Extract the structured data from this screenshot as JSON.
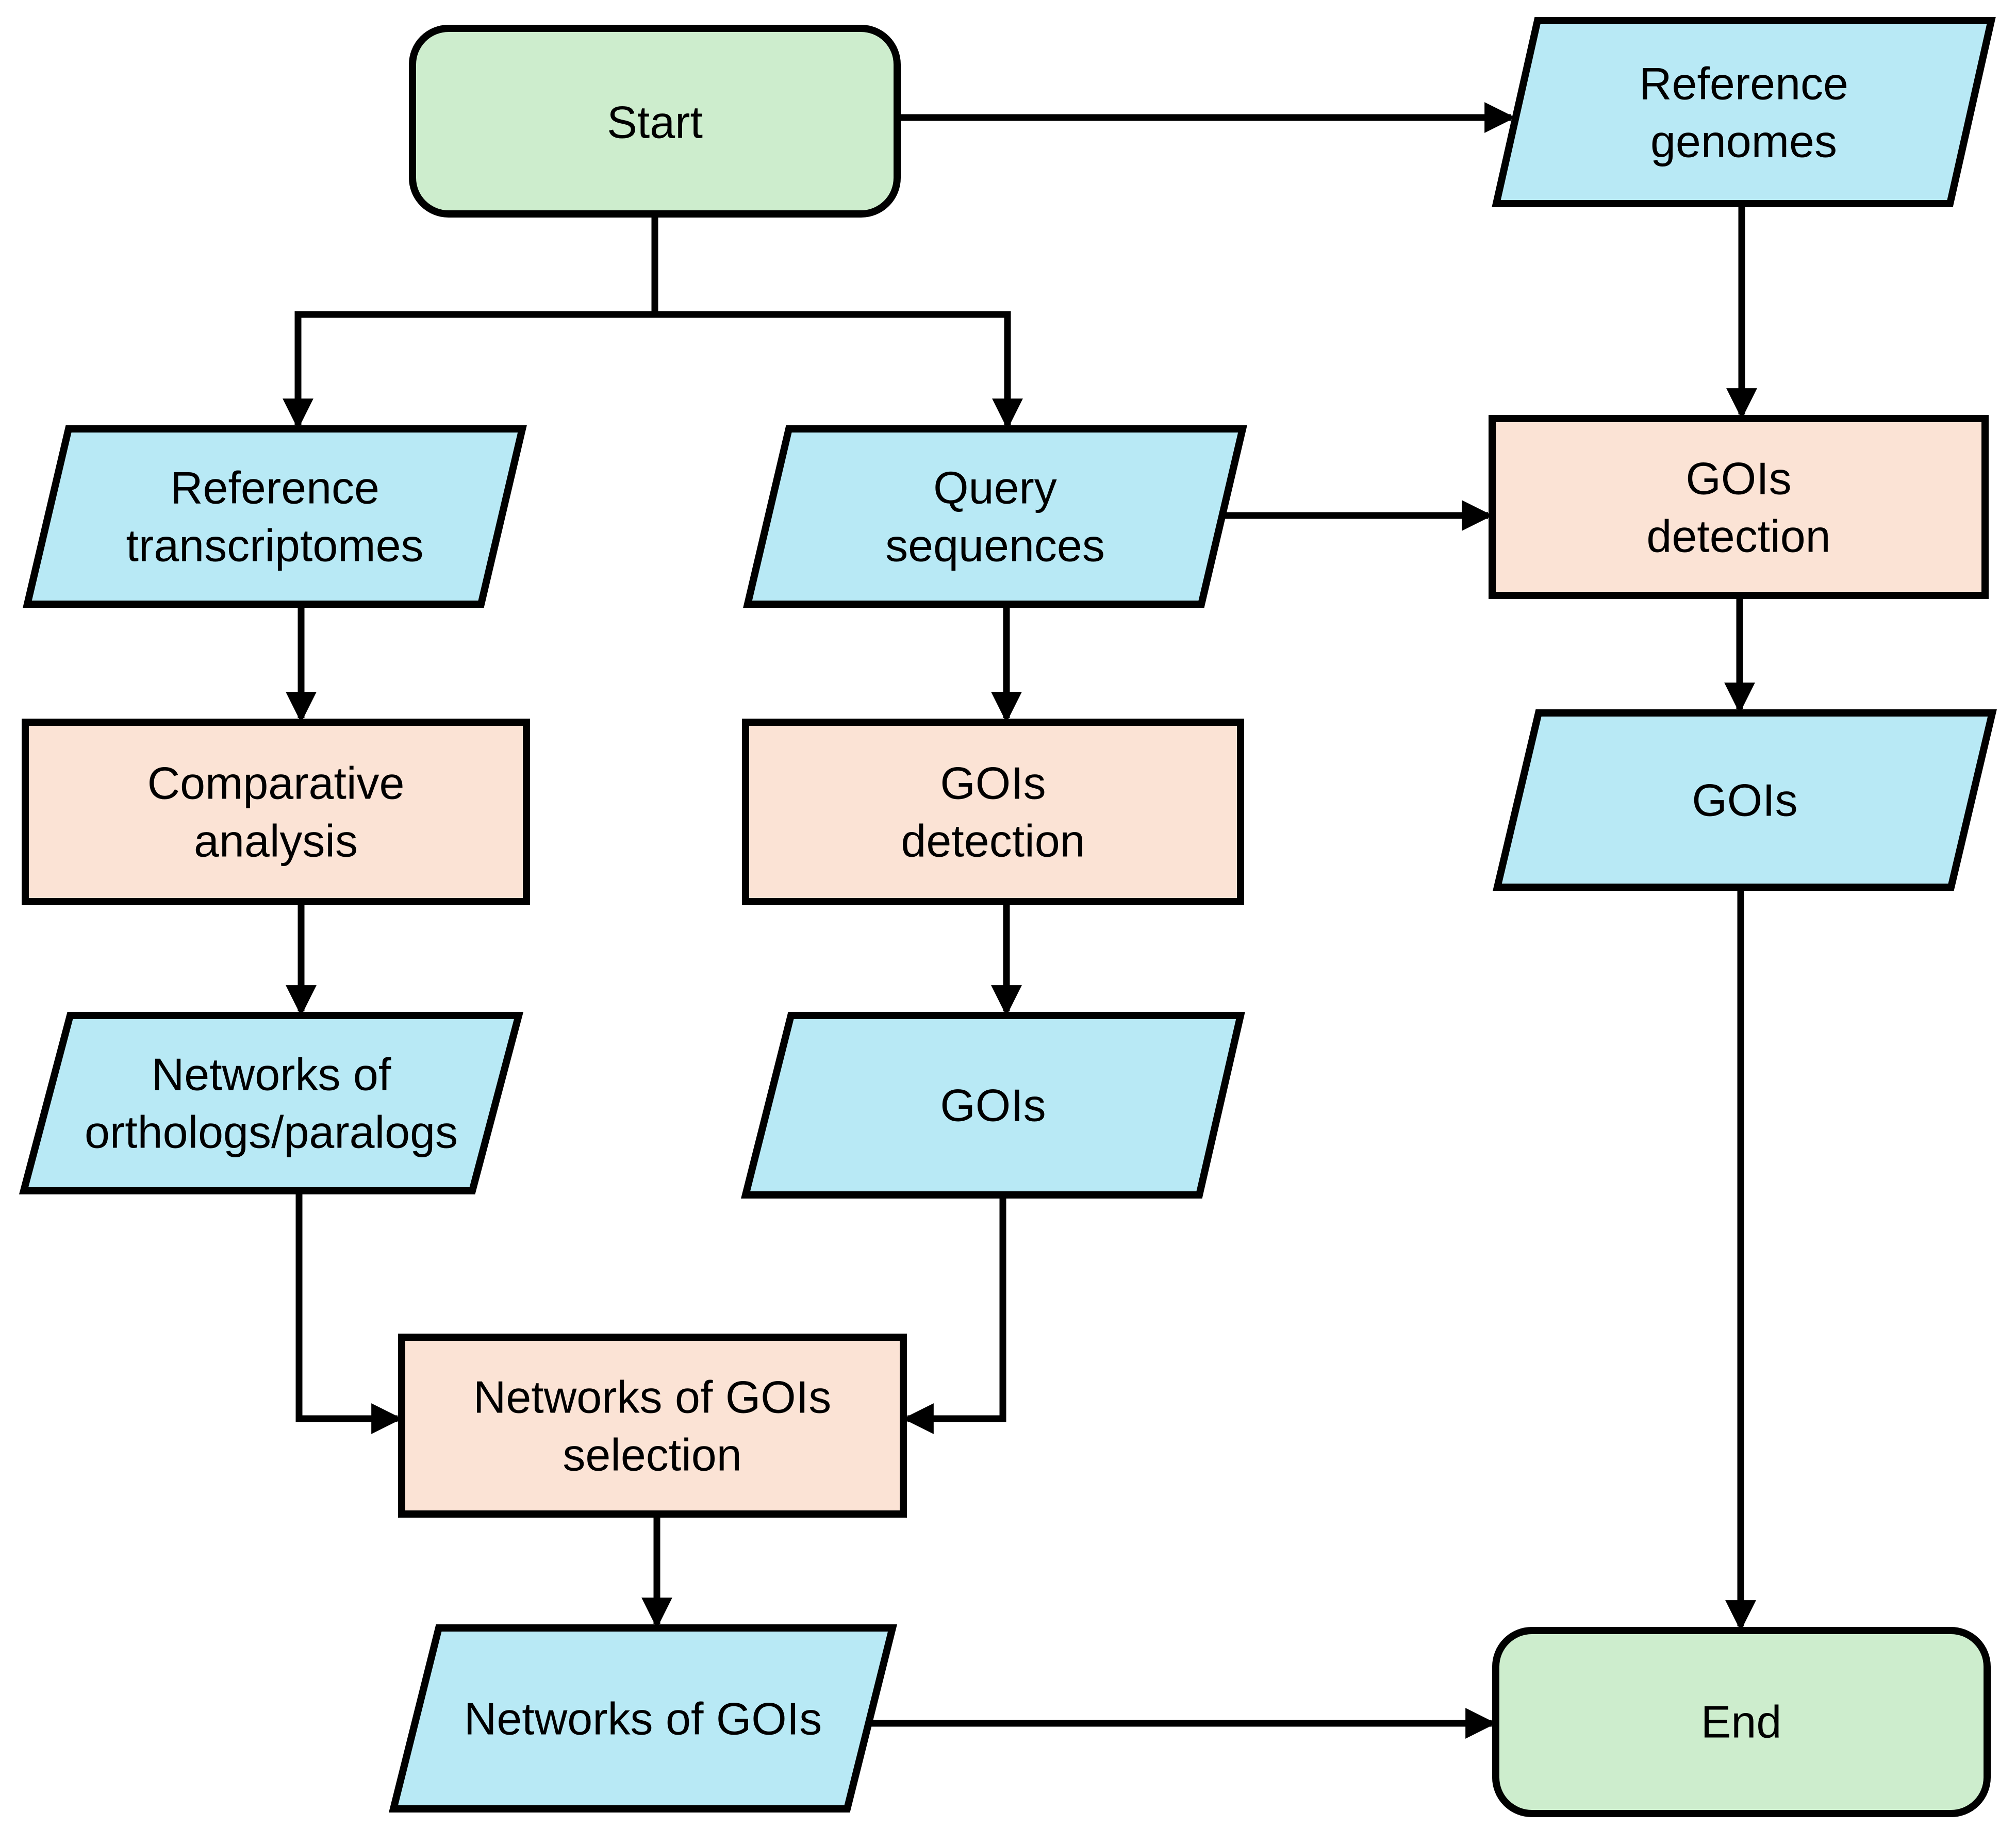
{
  "diagram": {
    "type": "flowchart",
    "background": "#FFFFFF"
  },
  "colors": {
    "terminal_fill": "#CDEDCD",
    "io_fill": "#B8E9F5",
    "process_fill": "#FBE3D5",
    "stroke": "#000000",
    "text": "#000000"
  },
  "nodes": {
    "start": {
      "type": "terminal",
      "lines": [
        "Start"
      ]
    },
    "reference_genomes": {
      "type": "io",
      "lines": [
        "Reference",
        "genomes"
      ]
    },
    "reference_transcriptomes": {
      "type": "io",
      "lines": [
        "Reference",
        "transcriptomes"
      ]
    },
    "query_sequences": {
      "type": "io",
      "lines": [
        "Query",
        "sequences"
      ]
    },
    "gois_detection_right": {
      "type": "process",
      "lines": [
        "GOIs",
        "detection"
      ]
    },
    "comparative_analysis": {
      "type": "process",
      "lines": [
        "Comparative",
        "analysis"
      ]
    },
    "gois_detection_mid": {
      "type": "process",
      "lines": [
        "GOIs",
        "detection"
      ]
    },
    "gois_right": {
      "type": "io",
      "lines": [
        "GOIs"
      ]
    },
    "networks_orthologs_paralogs": {
      "type": "io",
      "lines": [
        "Networks of",
        "orthologs/paralogs"
      ]
    },
    "gois_mid": {
      "type": "io",
      "lines": [
        "GOIs"
      ]
    },
    "networks_gois_selection": {
      "type": "process",
      "lines": [
        "Networks of GOIs",
        "selection"
      ]
    },
    "networks_gois": {
      "type": "io",
      "lines": [
        "Networks of GOIs"
      ]
    },
    "end": {
      "type": "terminal",
      "lines": [
        "End"
      ]
    }
  },
  "edges": [
    {
      "from": "start",
      "to": "reference_genomes"
    },
    {
      "from": "start",
      "to": "reference_transcriptomes"
    },
    {
      "from": "start",
      "to": "query_sequences"
    },
    {
      "from": "reference_genomes",
      "to": "gois_detection_right"
    },
    {
      "from": "query_sequences",
      "to": "gois_detection_right"
    },
    {
      "from": "gois_detection_right",
      "to": "gois_right"
    },
    {
      "from": "reference_transcriptomes",
      "to": "comparative_analysis"
    },
    {
      "from": "comparative_analysis",
      "to": "networks_orthologs_paralogs"
    },
    {
      "from": "query_sequences",
      "to": "gois_detection_mid"
    },
    {
      "from": "gois_detection_mid",
      "to": "gois_mid"
    },
    {
      "from": "networks_orthologs_paralogs",
      "to": "networks_gois_selection"
    },
    {
      "from": "gois_mid",
      "to": "networks_gois_selection"
    },
    {
      "from": "networks_gois_selection",
      "to": "networks_gois"
    },
    {
      "from": "networks_gois",
      "to": "end"
    },
    {
      "from": "gois_right",
      "to": "end"
    }
  ]
}
